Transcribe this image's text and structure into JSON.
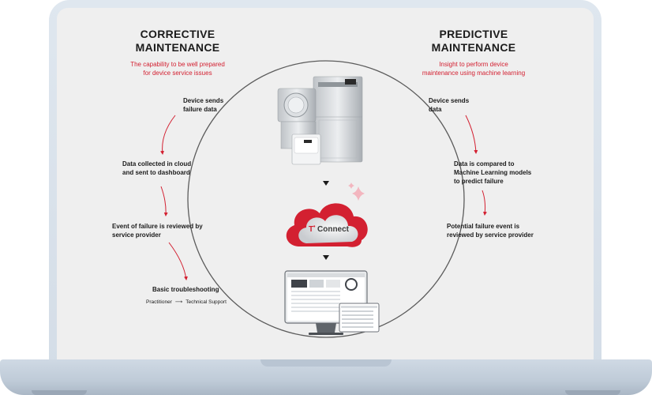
{
  "corrective": {
    "title_line1": "CORRECTIVE",
    "title_line2": "MAINTENANCE",
    "subtitle_line1": "The capability to be well prepared",
    "subtitle_line2": "for device service issues",
    "steps": [
      {
        "line1": "Device sends",
        "line2": "failure data"
      },
      {
        "line1": "Data collected in cloud",
        "line2": "and sent to dashboard"
      },
      {
        "line1": "Event of failure is reviewed by",
        "line2": "service provider"
      },
      {
        "line1": "Basic troubleshooting",
        "line2": ""
      }
    ],
    "escalation": {
      "from": "Practitioner",
      "arrow": "⟶",
      "to": "Technical Support"
    }
  },
  "predictive": {
    "title_line1": "PREDICTIVE",
    "title_line2": "MAINTENANCE",
    "subtitle_line1": "Insight to perform device",
    "subtitle_line2": "maintenance using machine learning",
    "steps": [
      {
        "line1": "Device sends",
        "line2": "data"
      },
      {
        "line1": "Data is compared to",
        "line2": "Machine Learning models",
        "line3": "to predict  failure"
      },
      {
        "line1": "Potential failure event is",
        "line2": "reviewed by service provider"
      }
    ]
  },
  "cloud_logo": {
    "prefix": "T",
    "dot": "•",
    "name": "Connect"
  },
  "colors": {
    "accent_red": "#d32031",
    "text_dark": "#1b1b1b",
    "screen_bg": "#efefef",
    "circle_stroke": "#5c5c5c",
    "laptop_frame": "#d8e1ea"
  },
  "icons": [
    "sterilizer-device-image",
    "sparkle-icon",
    "cloud-icon",
    "monitor-dashboard-image",
    "arrow-down-icon"
  ]
}
